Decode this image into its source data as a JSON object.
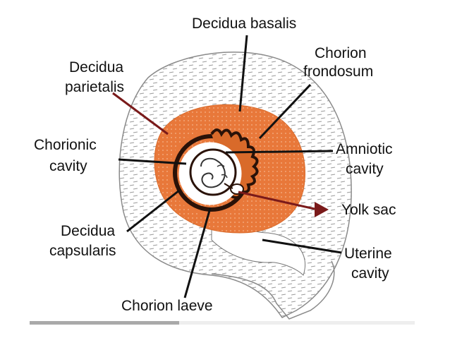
{
  "colors": {
    "decidua": "#e8783a",
    "decidua_dark": "#d96a2a",
    "membrane": "#2a1208",
    "wall": "#c9c9c9",
    "cavity": "#ffffff",
    "yolk_arrow": "#7a1a1a",
    "leader": "#111111"
  },
  "labels": {
    "decidua_basalis": "Decidua basalis",
    "chorion_frondosum": [
      "Chorion",
      "frondosum"
    ],
    "decidua_parietalis": [
      "Decidua",
      "parietalis"
    ],
    "chorionic_cavity": [
      "Chorionic",
      "cavity"
    ],
    "amniotic_cavity": [
      "Amniotic",
      "cavity"
    ],
    "yolk_sac": "Yolk sac",
    "decidua_capsularis": [
      "Decidua",
      "capsularis"
    ],
    "uterine_cavity": [
      "Uterine",
      "cavity"
    ],
    "chorion_laeve": "Chorion laeve"
  },
  "icons": {
    "yolk_arrow": "arrow-right-icon"
  }
}
